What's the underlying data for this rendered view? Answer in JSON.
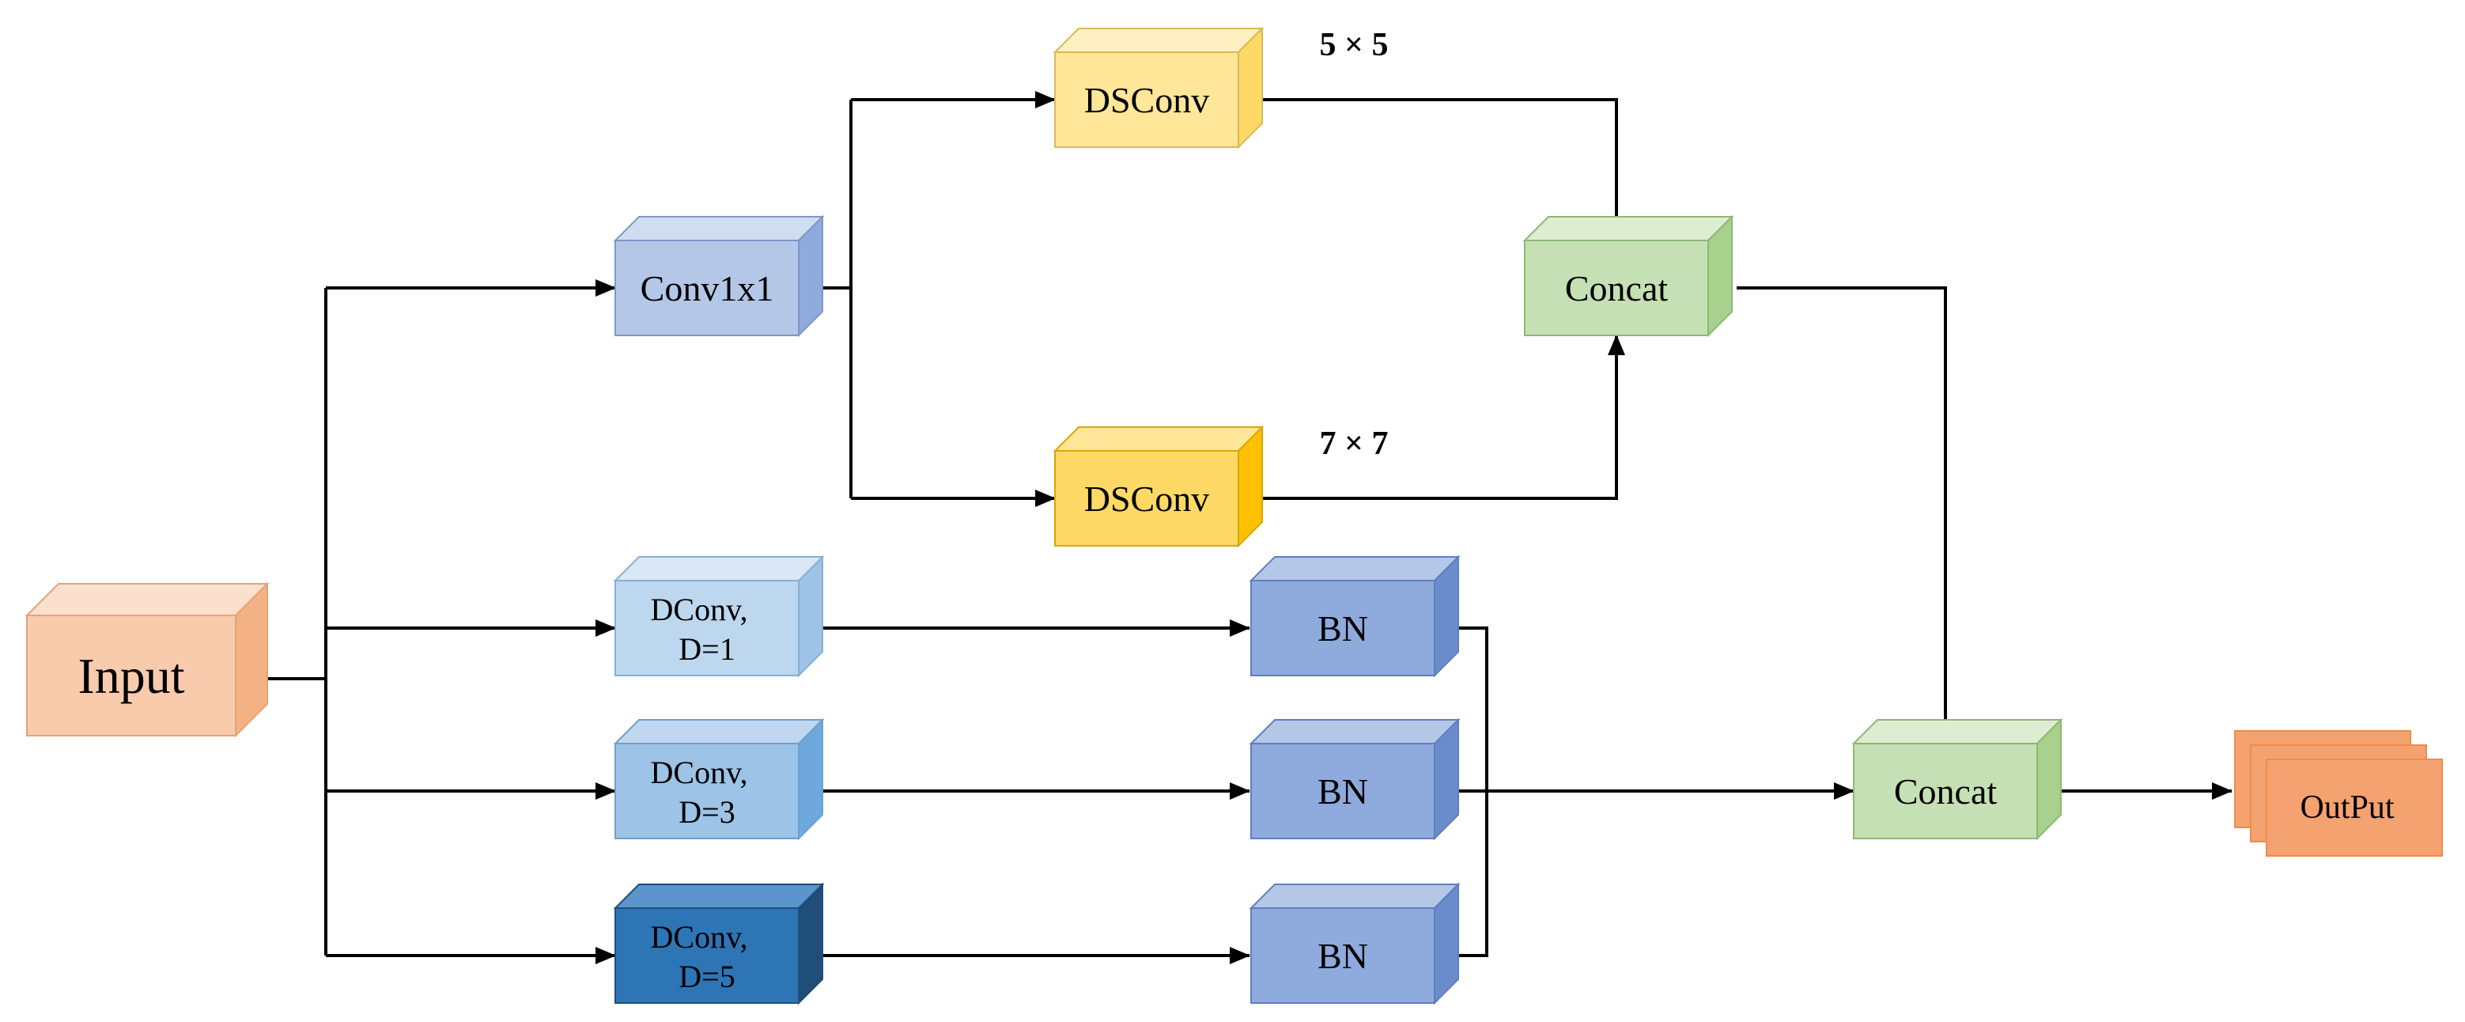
{
  "diagram": {
    "nodes": {
      "input": {
        "label": "Input",
        "colors": {
          "front": "#F8CBAD",
          "top": "#FBE0CE",
          "side": "#F4B183"
        }
      },
      "conv1x1": {
        "label": "Conv1x1",
        "colors": {
          "front": "#B4C7E7",
          "top": "#D0DDF1",
          "side": "#8FAADC"
        }
      },
      "dsconv_top": {
        "label": "DSConv",
        "kernel_label": "5 × 5",
        "colors": {
          "front": "#FFE699",
          "top": "#FFF0C2",
          "side": "#FFD966"
        }
      },
      "dsconv_bottom": {
        "label": "DSConv",
        "kernel_label": "7 × 7",
        "colors": {
          "front": "#FFD966",
          "top": "#FFE699",
          "side": "#FFC000"
        }
      },
      "concat_upper": {
        "label": "Concat",
        "colors": {
          "front": "#C5E0B4",
          "top": "#DDEDD2",
          "side": "#A9D18E"
        }
      },
      "dconv_d1": {
        "label_line1": "DConv,",
        "label_line2": "D=1",
        "colors": {
          "front": "#BDD7EE",
          "top": "#DAE8F6",
          "side": "#9DC3E6"
        }
      },
      "dconv_d3": {
        "label_line1": "DConv,",
        "label_line2": "D=3",
        "colors": {
          "front": "#9DC3E6",
          "top": "#C0D8EF",
          "side": "#6FA8DC"
        }
      },
      "dconv_d5": {
        "label_line1": "DConv,",
        "label_line2": "D=5",
        "colors": {
          "front": "#2E75B6",
          "top": "#5B95CC",
          "side": "#1F4E79"
        }
      },
      "bn_1": {
        "label": "BN",
        "colors": {
          "front": "#8FAADC",
          "top": "#B4C7E7",
          "side": "#6A8CCB"
        }
      },
      "bn_2": {
        "label": "BN",
        "colors": {
          "front": "#8FAADC",
          "top": "#B4C7E7",
          "side": "#6A8CCB"
        }
      },
      "bn_3": {
        "label": "BN",
        "colors": {
          "front": "#8FAADC",
          "top": "#B4C7E7",
          "side": "#6A8CCB"
        }
      },
      "concat_final": {
        "label": "Concat",
        "colors": {
          "front": "#C5E0B4",
          "top": "#DDEDD2",
          "side": "#A9D18E"
        }
      },
      "output": {
        "label": "OutPut",
        "colors": {
          "front": "#F4A270",
          "edge": "#F08A4B"
        }
      }
    },
    "edges": [
      [
        "input",
        "conv1x1"
      ],
      [
        "input",
        "dconv_d1"
      ],
      [
        "input",
        "dconv_d3"
      ],
      [
        "input",
        "dconv_d5"
      ],
      [
        "conv1x1",
        "dsconv_top"
      ],
      [
        "conv1x1",
        "dsconv_bottom"
      ],
      [
        "dsconv_top",
        "concat_upper"
      ],
      [
        "dsconv_bottom",
        "concat_upper"
      ],
      [
        "dconv_d1",
        "bn_1"
      ],
      [
        "dconv_d3",
        "bn_2"
      ],
      [
        "dconv_d5",
        "bn_3"
      ],
      [
        "bn_1",
        "concat_final"
      ],
      [
        "bn_2",
        "concat_final"
      ],
      [
        "bn_3",
        "concat_final"
      ],
      [
        "concat_upper",
        "concat_final"
      ],
      [
        "concat_final",
        "output"
      ]
    ]
  }
}
